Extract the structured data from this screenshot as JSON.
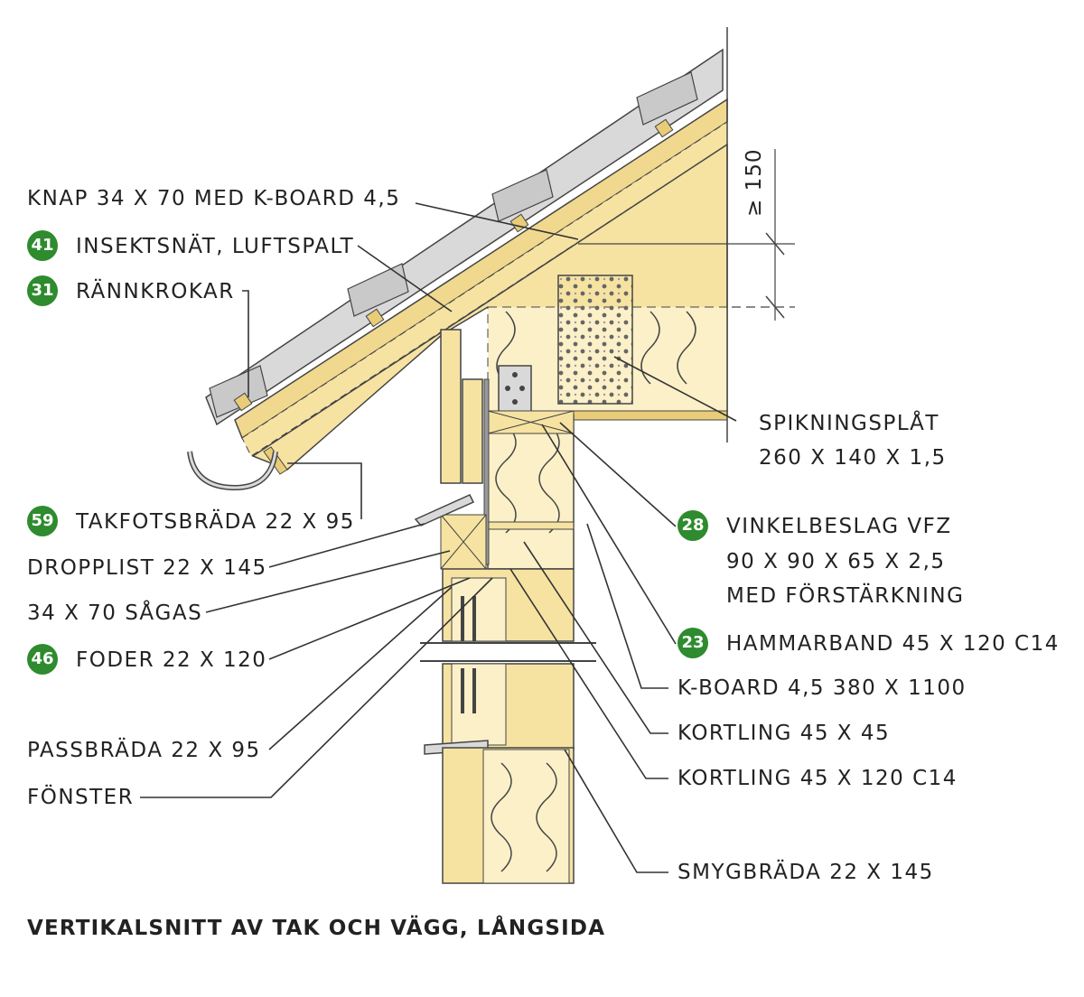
{
  "labels": {
    "knap": "KNAP 34 X 70 MED K-BOARD 4,5",
    "insektsnat": "INSEKTSNÄT, LUFTSPALT",
    "rannkrokar": "RÄNNKROKAR",
    "takfotsbrada": "TAKFOTSBRÄDA 22 X 95",
    "dropplist": "DROPPLIST 22 X 145",
    "sagas": "34 X 70 SÅGAS",
    "foder": "FODER 22 X 120",
    "passbrada": "PASSBRÄDA 22 X 95",
    "fonster": "FÖNSTER",
    "spikningsplat_1": "SPIKNINGSPLÅT",
    "spikningsplat_2": "260 X 140 X 1,5",
    "vinkelbeslag_1": "VINKELBESLAG VFZ",
    "vinkelbeslag_2": "90 X 90 X 65 X 2,5",
    "vinkelbeslag_3": "MED FÖRSTÄRKNING",
    "hammarband": "HAMMARBAND 45 X 120 C14",
    "kboard": "K-BOARD 4,5 380 X 1100",
    "kortling45": "KORTLING 45 X 45",
    "kortling120": "KORTLING 45 X 120 C14",
    "smygbrada": "SMYGBRÄDA 22 X 145"
  },
  "badges": {
    "insektsnat": "41",
    "rannkrokar": "31",
    "takfotsbrada": "59",
    "foder": "46",
    "vinkelbeslag": "28",
    "hammarband": "23"
  },
  "dimension": "≥ 150",
  "caption": "VERTIKALSNITT AV TAK OCH VÄGG, LÅNGSIDA",
  "colors": {
    "wood": "#f6e3a2",
    "wood_dark": "#e9cc78",
    "insulation": "#fbf0c8",
    "metal": "#d9d9d9",
    "badge": "#2e8b2e",
    "line": "#222222"
  }
}
